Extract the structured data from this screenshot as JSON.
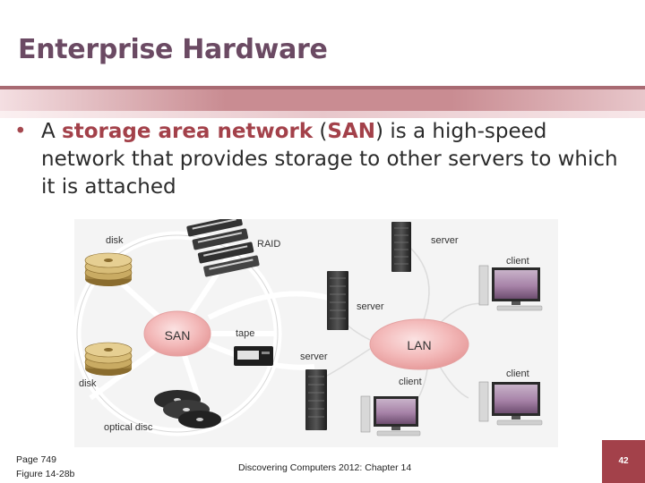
{
  "slide": {
    "title": "Enterprise Hardware",
    "bullet": {
      "text_1": "A ",
      "kw_1": "storage area network",
      "text_2": " (",
      "kw_2": "SAN",
      "text_3": ") is a high-speed network that provides storage to other servers to which it is attached"
    }
  },
  "diagram": {
    "labels": {
      "disk_top": "disk",
      "raid": "RAID",
      "server_top": "server",
      "client_top": "client",
      "server_mid": "server",
      "san": "SAN",
      "tape": "tape",
      "lan": "LAN",
      "server_bottom": "server",
      "disk_bottom": "disk",
      "client_mid": "client",
      "client_bottom": "client",
      "optical_disc": "optical disc"
    }
  },
  "footer": {
    "page_ref": "Page 749",
    "figure_ref": "Figure 14-28b",
    "book": "Discovering Computers 2012: Chapter 14",
    "slide_number": "42"
  },
  "colors": {
    "title": "#6b4a63",
    "accent": "#a3414a",
    "band": "#c98c92"
  }
}
